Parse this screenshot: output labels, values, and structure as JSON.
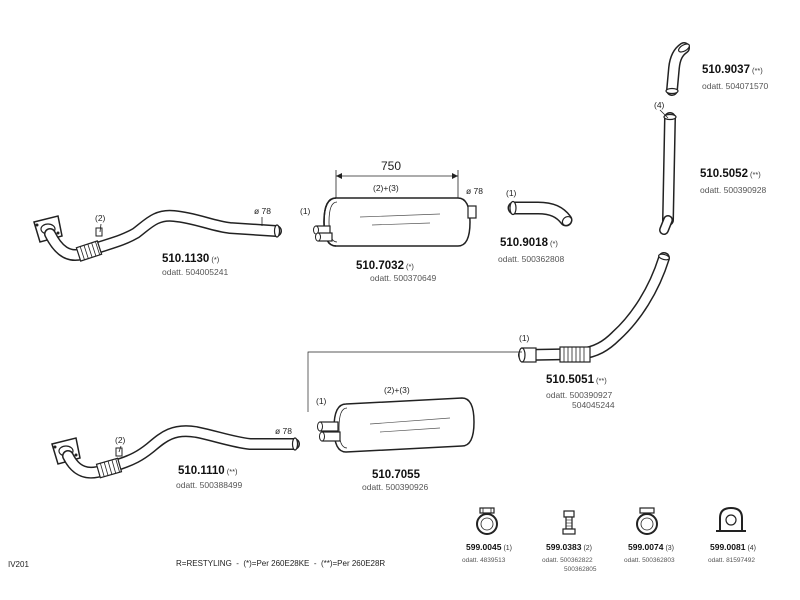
{
  "parts": {
    "p5101130": {
      "code": "510.1130",
      "note": "(*)",
      "odatt": "odatt. 504005241",
      "ref": "(2)",
      "diameter": "ø 78"
    },
    "p5107032": {
      "code": "510.7032",
      "note": "(*)",
      "odatt": "odatt. 500370649",
      "ref": "(1)",
      "length": "750",
      "refs": "(2)+(3)",
      "diameter": "ø 78"
    },
    "p5109018": {
      "code": "510.9018",
      "note": "(*)",
      "odatt": "odatt. 500362808",
      "ref": "(1)"
    },
    "p5109037": {
      "code": "510.9037",
      "note": "(**)",
      "odatt": "odatt. 504071570"
    },
    "p5105052": {
      "code": "510.5052",
      "note": "(**)",
      "odatt": "odatt. 500390928",
      "ref": "(4)"
    },
    "p5105051": {
      "code": "510.5051",
      "note": "(**)",
      "odatt1": "odatt. 500390927",
      "odatt2": "504045244",
      "ref": "(1)"
    },
    "p5101110": {
      "code": "510.1110",
      "note": "(**)",
      "odatt": "odatt. 500388499",
      "ref": "(2)",
      "diameter": "ø 78"
    },
    "p5107055": {
      "code": "510.7055",
      "odatt": "odatt. 500390926",
      "ref": "(1)",
      "refs": "(2)+(3)"
    }
  },
  "accessories": [
    {
      "code": "599.0045",
      "num": "(1)",
      "odatt": "odatt. 4839513",
      "odatt2": "",
      "icon": "clamp-icon"
    },
    {
      "code": "599.0383",
      "num": "(2)",
      "odatt": "odatt. 500362822",
      "odatt2": "500362805",
      "icon": "bolt-icon"
    },
    {
      "code": "599.0074",
      "num": "(3)",
      "odatt": "odatt. 500362803",
      "odatt2": "",
      "icon": "clamp-icon"
    },
    {
      "code": "599.0081",
      "num": "(4)",
      "odatt": "odatt. 81597492",
      "odatt2": "",
      "icon": "bracket-icon"
    }
  ],
  "footer": {
    "id": "IV201",
    "legend": "R=RESTYLING  -  (*)=Per 260E28KE  -  (**)=Per 260E28R"
  }
}
